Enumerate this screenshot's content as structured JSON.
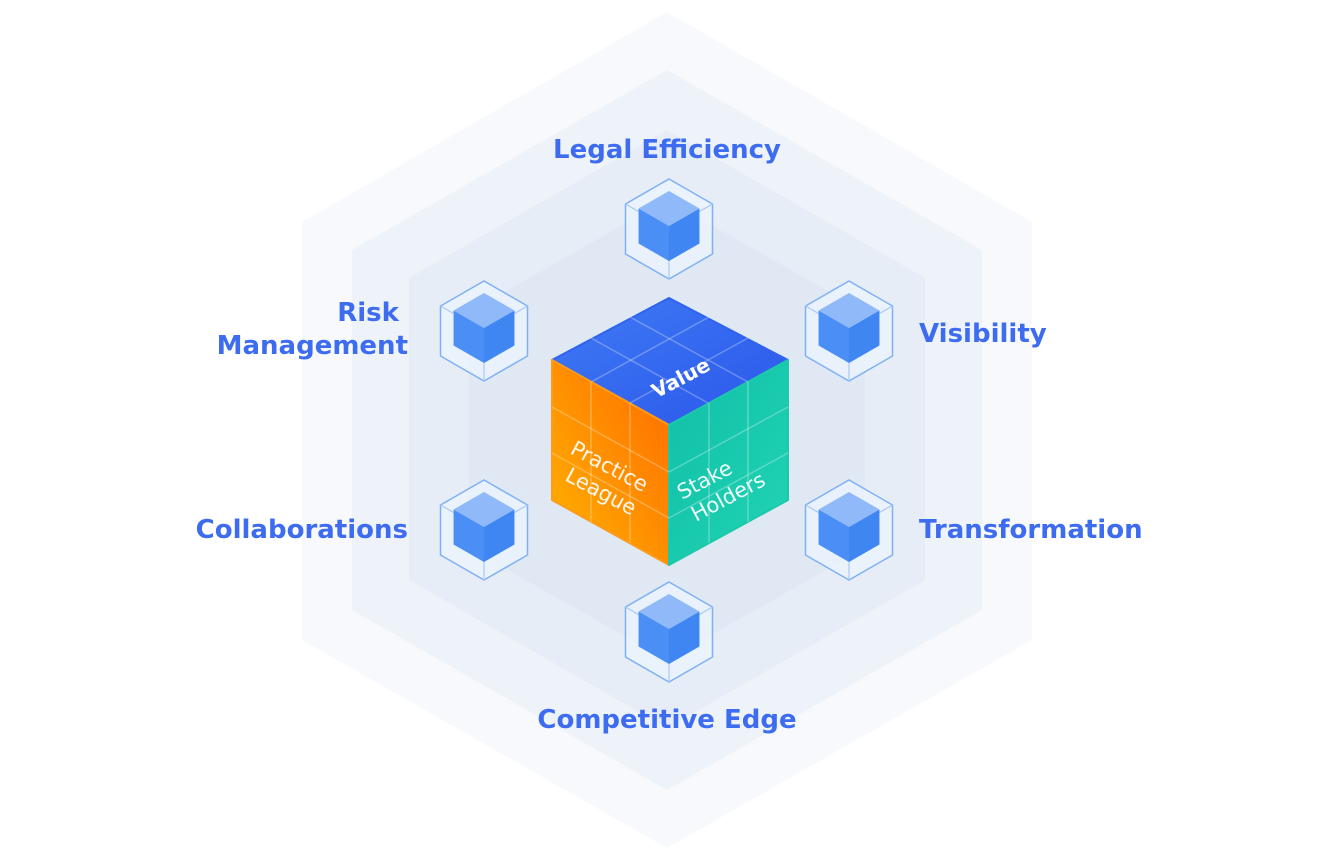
{
  "center_cube": {
    "top_label": "Value",
    "left_label": [
      "Practice",
      "League"
    ],
    "right_label": [
      "Stake",
      "Holders"
    ]
  },
  "nodes": {
    "top": {
      "label": "Legal Efficiency"
    },
    "upper_left": {
      "label_lines": [
        "Risk",
        "Management"
      ]
    },
    "upper_right": {
      "label": "Visibility"
    },
    "lower_left": {
      "label": "Collaborations"
    },
    "lower_right": {
      "label": "Transformation"
    },
    "bottom": {
      "label": "Competitive Edge"
    }
  },
  "colors": {
    "label_text": "#3d6cf0",
    "hex_layers": [
      "#f7f9fc",
      "#eef3f9",
      "#e5ecf5",
      "#dce6f2"
    ],
    "cube_top": "#2f63f0",
    "cube_left": "#ff8c00",
    "cube_right": "#17c6a6",
    "small_cube": "#4b8ef5"
  },
  "icons": [
    "cube-icon"
  ]
}
